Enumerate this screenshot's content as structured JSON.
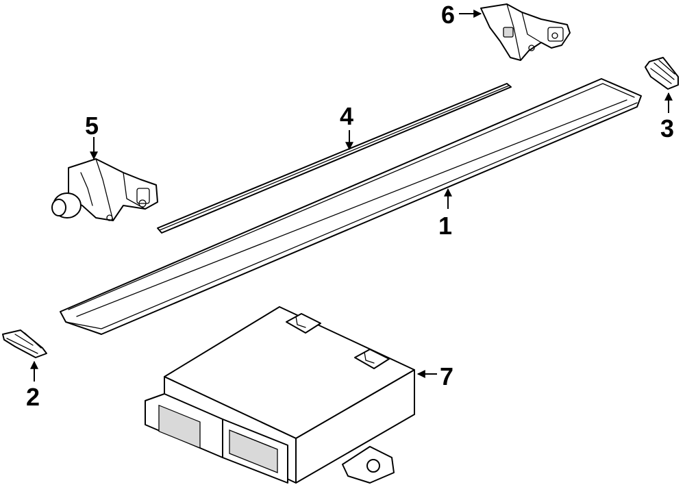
{
  "callouts": {
    "c1": "1",
    "c2": "2",
    "c3": "3",
    "c4": "4",
    "c5": "5",
    "c6": "6",
    "c7": "7"
  },
  "colors": {
    "ink": "#000000",
    "paper": "#ffffff",
    "shade": "#d9d9d9"
  }
}
